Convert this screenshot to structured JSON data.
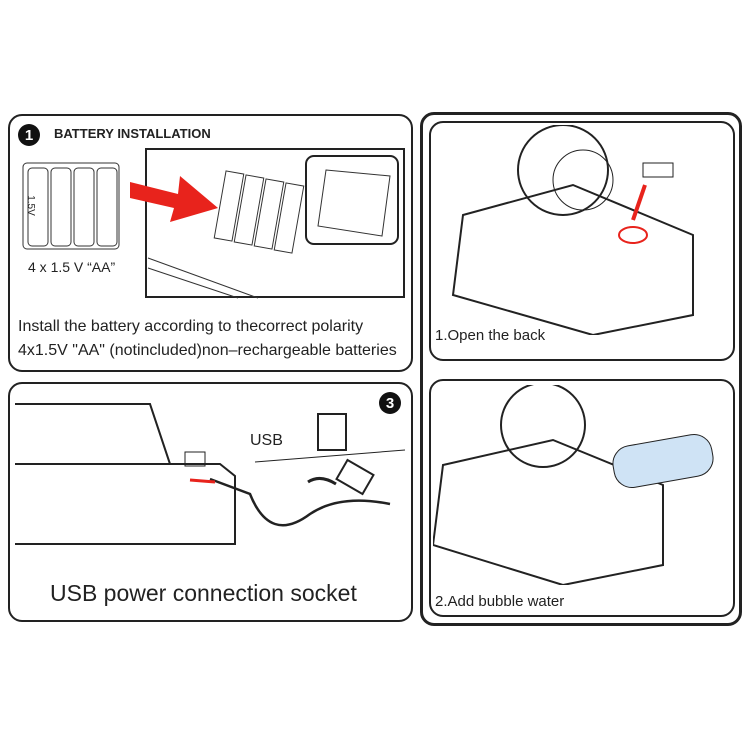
{
  "step1": {
    "number": "1",
    "title": "BATTERY INSTALLATION",
    "battery_label": "1.5V",
    "battery_caption": "4 x 1.5 V “AA”",
    "instruction_line1": "Install the battery according to thecorrect polarity",
    "instruction_line2": "4x1.5V \"AA\" (notincluded)non–rechargeable batteries"
  },
  "step2": {
    "number": "2",
    "caption_top": "1.Open the back",
    "caption_bottom": "2.Add bubble water"
  },
  "step3": {
    "number": "3",
    "usb_label": "USB",
    "caption": "USB power connection socket"
  },
  "colors": {
    "arrow": "#e8231c",
    "line": "#222222"
  }
}
